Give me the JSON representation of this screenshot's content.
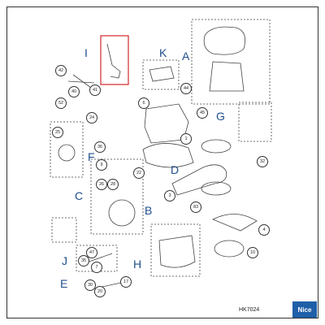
{
  "groups": [
    "A",
    "B",
    "C",
    "D",
    "E",
    "F",
    "G",
    "H",
    "I",
    "J",
    "K"
  ],
  "parts": [
    "42",
    "40",
    "41",
    "52",
    "24",
    "6",
    "1",
    "44",
    "45",
    "25",
    "36",
    "9",
    "22",
    "26",
    "28",
    "3",
    "83",
    "4",
    "10",
    "47",
    "30",
    "17",
    "20",
    "35",
    "32",
    "7"
  ],
  "code": "HK7024",
  "brand": "Nice",
  "colors": {
    "label": "#1f4e8c",
    "highlight": "#d62728",
    "frame": "#333333",
    "brand_bg": "#1f5fa8"
  }
}
